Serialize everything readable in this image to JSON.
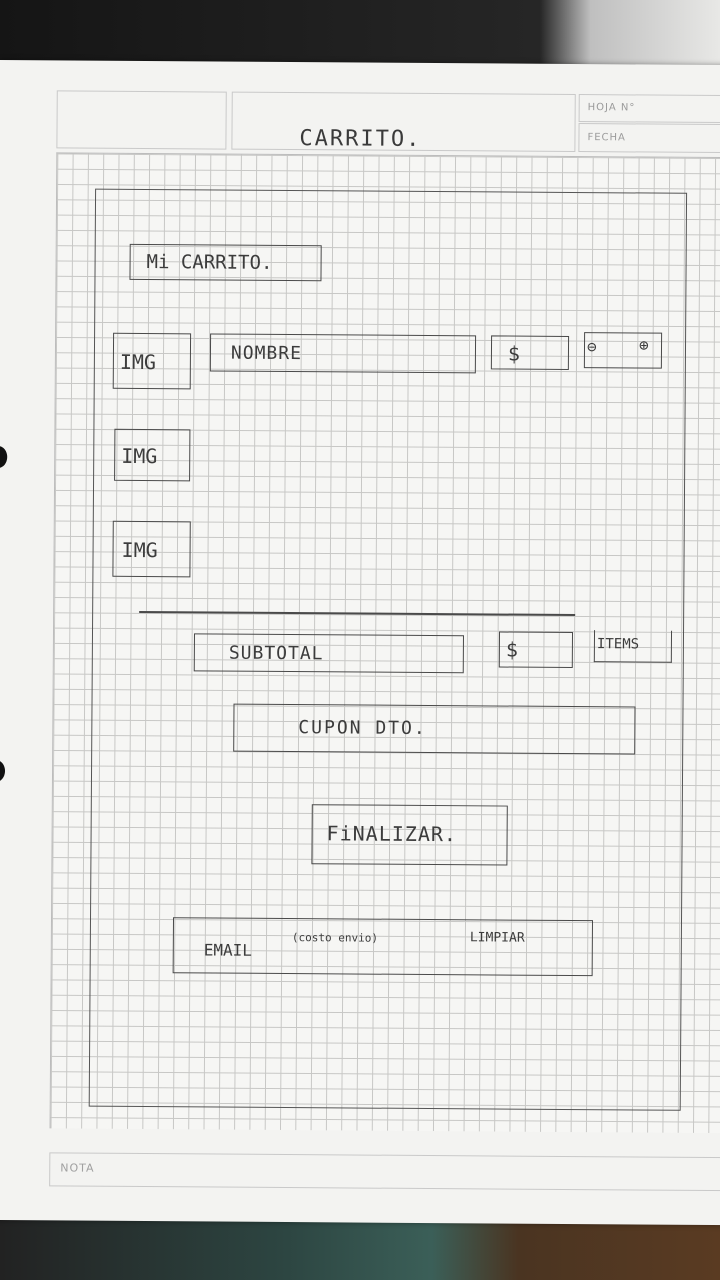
{
  "header": {
    "title": "CARRITO.",
    "hoja_label": "HOJA N°",
    "fecha_label": "FECHA"
  },
  "sketch": {
    "cart_heading": "Mi CARRITO.",
    "items": [
      {
        "image": "IMG",
        "name": "NOMBRE",
        "price": "$",
        "stepper": [
          "⊖",
          "⊕"
        ]
      },
      {
        "image": "IMG"
      },
      {
        "image": "IMG"
      }
    ],
    "subtotal_label": "SUBTOTAL",
    "subtotal_price": "$",
    "items_label": "ITEMS",
    "coupon_label": "CUPON DTO.",
    "finish_label": "FiNALIZAR.",
    "email_label": "EMAIL",
    "email_note": "(costo envio)",
    "clear_label": "LIMPIAR"
  },
  "footer": {
    "nota_label": "NOTA"
  }
}
